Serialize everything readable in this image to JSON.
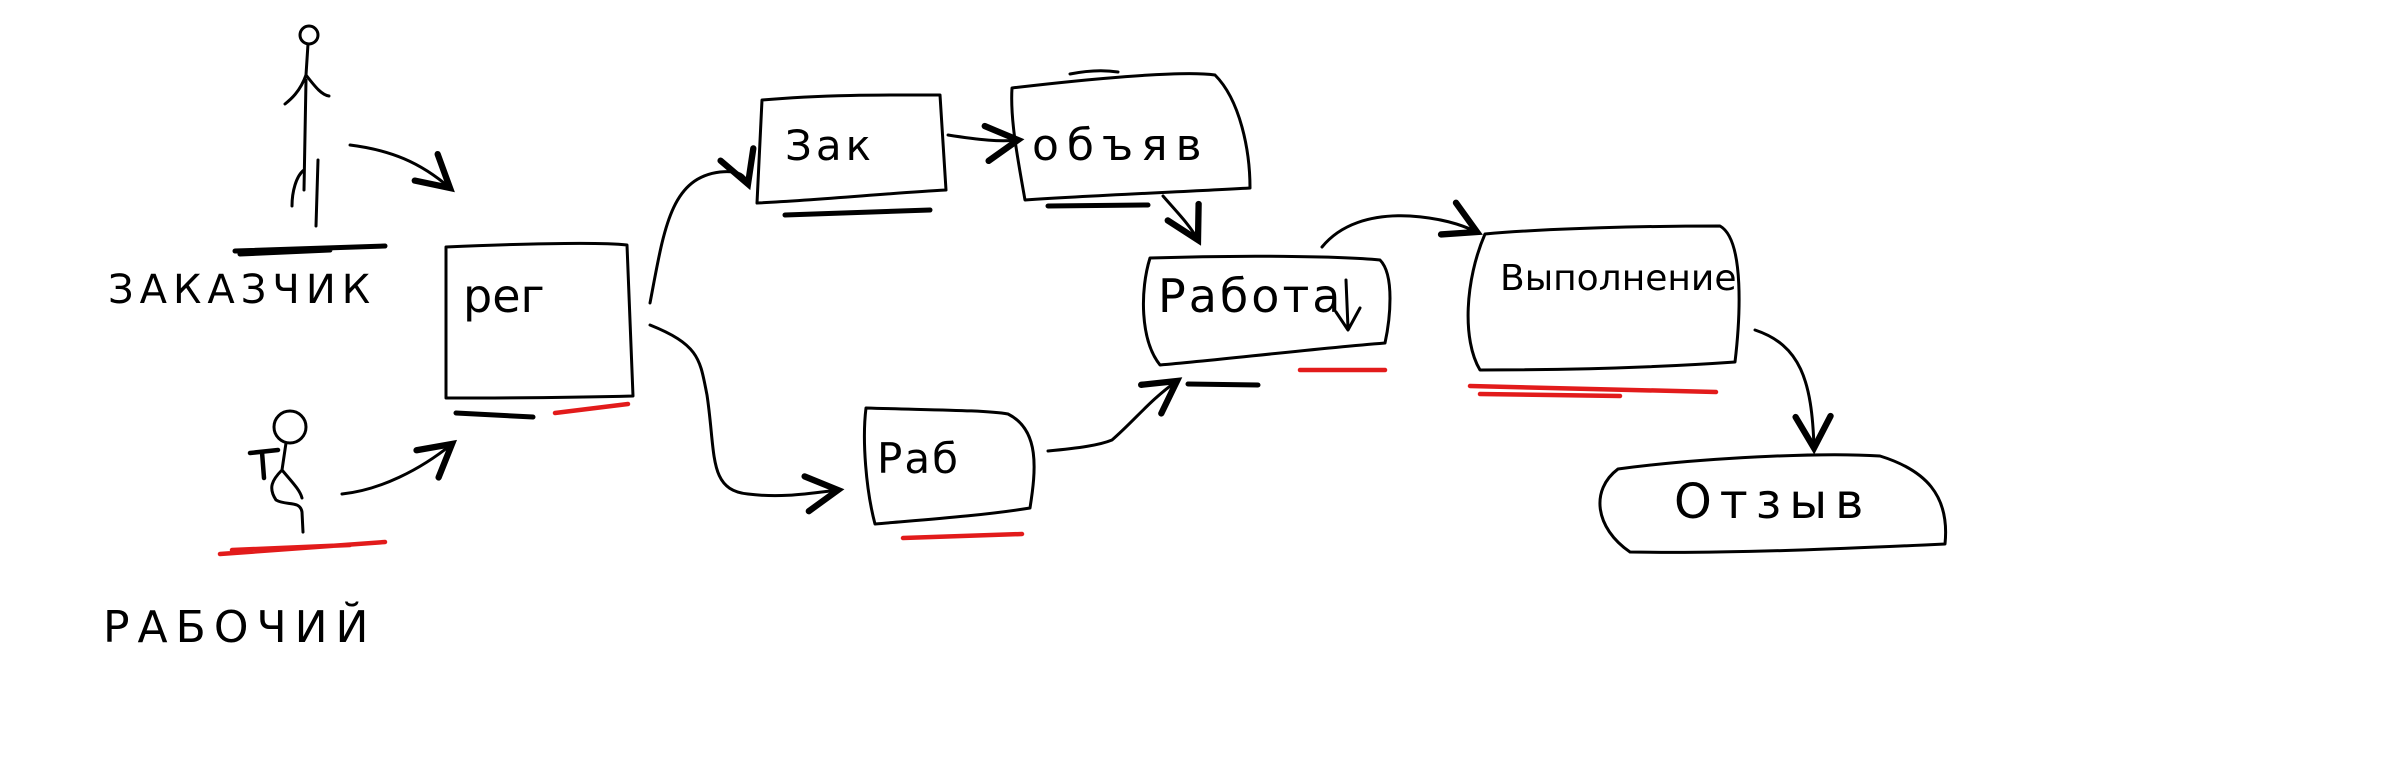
{
  "actors": {
    "customer": {
      "label": "ЗАКАЗЧИК",
      "icon": "stick-figure-icon"
    },
    "worker": {
      "label": "РАБОЧИЙ",
      "icon": "worker-with-hammer-icon"
    }
  },
  "nodes": {
    "reg": "рег",
    "zak": "Зак",
    "obyav": "объяв",
    "rab": "Раб",
    "rabota": "Работа",
    "vypolnenie": "Выполнение",
    "otzyv": "Отзыв"
  },
  "colors": {
    "ink": "#000000",
    "customer_mark": "#000000",
    "worker_mark": "#e21b1b"
  }
}
